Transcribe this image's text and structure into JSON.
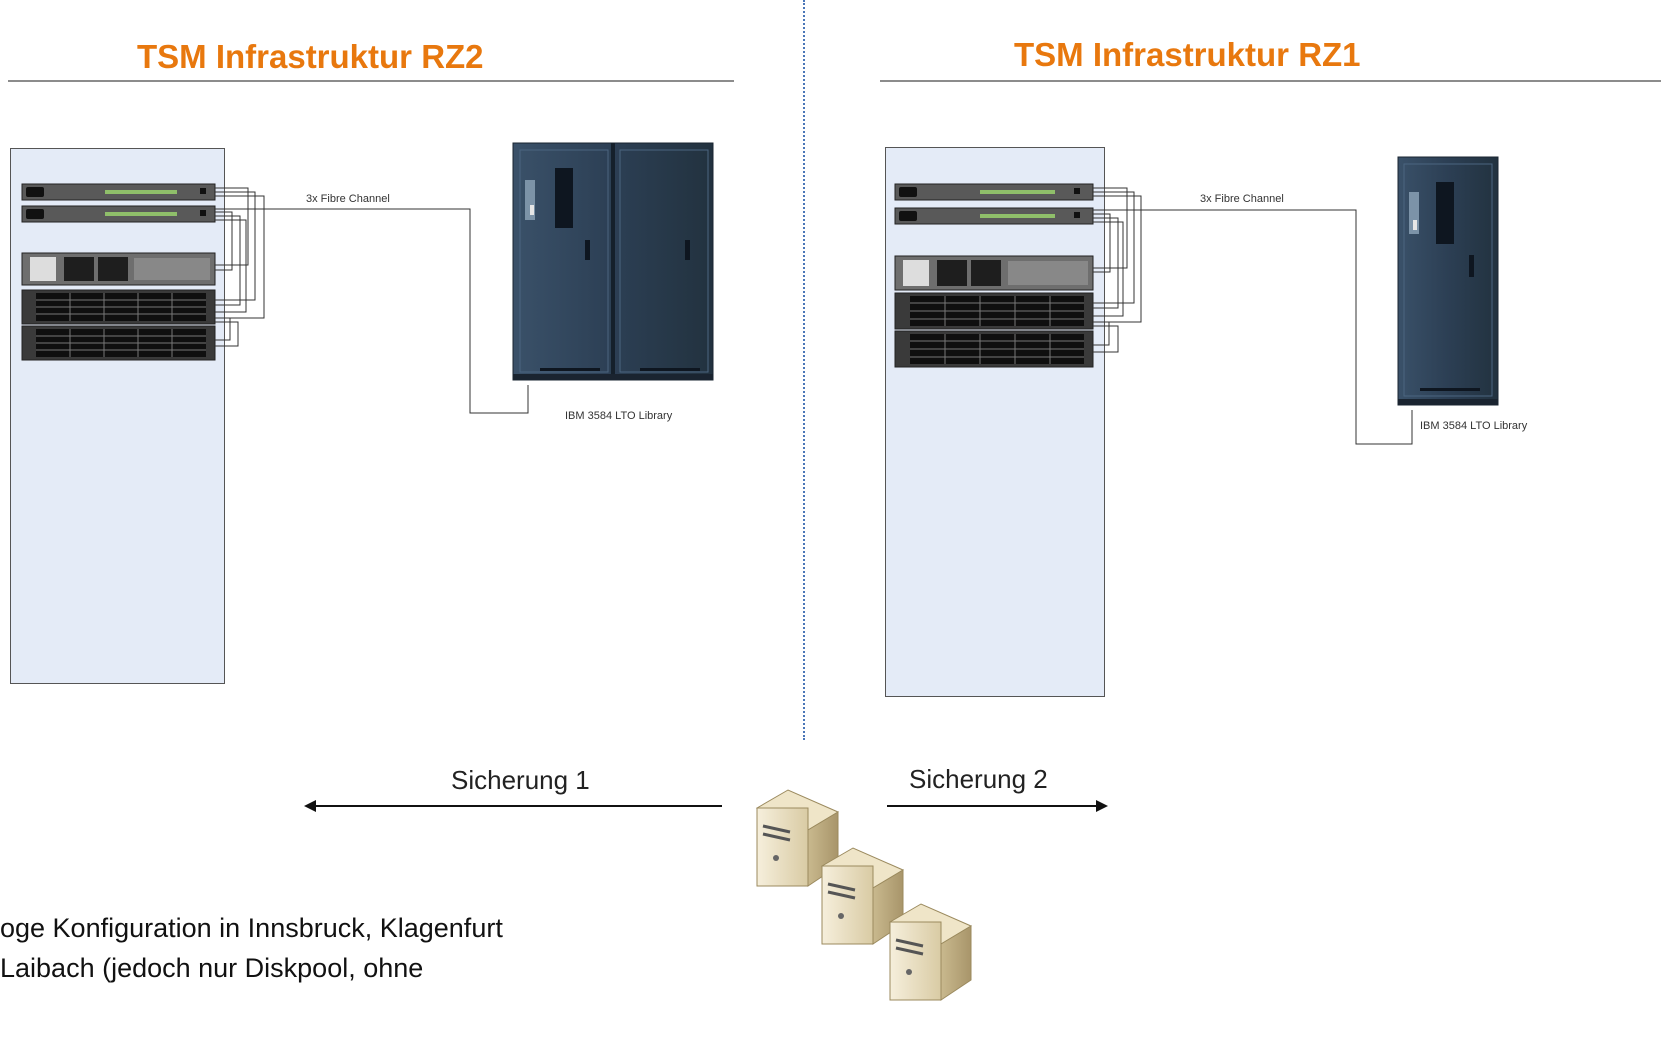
{
  "left": {
    "title": "TSM Infrastruktur RZ2",
    "fc_label": "3x Fibre Channel",
    "library_label": "IBM 3584 LTO Library"
  },
  "right": {
    "title": "TSM Infrastruktur RZ1",
    "fc_label": "3x Fibre Channel",
    "library_label": "IBM 3584 LTO Library"
  },
  "backup": {
    "sicherung1": "Sicherung 1",
    "sicherung2": "Sicherung 2"
  },
  "bottom_text": {
    "line1": "oge Konfiguration in Innsbruck, Klagenfurt",
    "line2": "Laibach (jedoch nur Diskpool, ohne"
  },
  "colors": {
    "title": "#e8780e",
    "divider": "#4a76b8",
    "rack_fill": "#e4ebf7",
    "library": "#2e4257"
  }
}
